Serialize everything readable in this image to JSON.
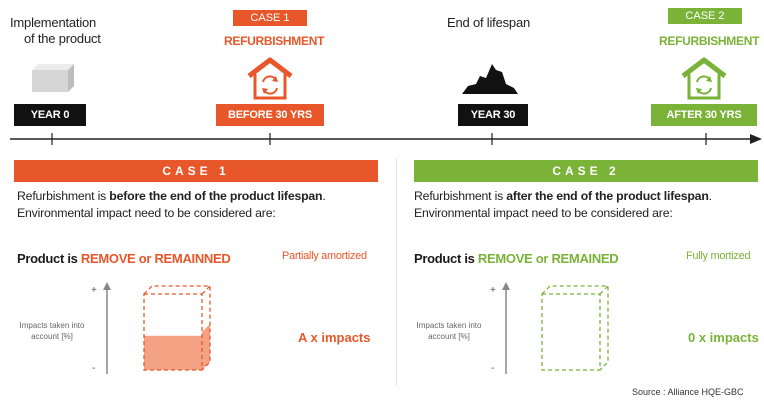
{
  "colors": {
    "orange": "#E8572A",
    "green": "#7AB338",
    "black": "#111111",
    "fill_orange": "#F4A284"
  },
  "timeline": {
    "implementation": [
      "Implementation",
      "of the product"
    ],
    "end_of_lifespan": "End of lifespan",
    "year0": "YEAR 0",
    "before": "BEFORE 30 YRS",
    "year30": "YEAR 30",
    "after": "AFTER 30 YRS"
  },
  "case1": {
    "tag": "CASE 1",
    "refurb": "REFURBISHMENT",
    "banner": "CASE 1",
    "desc_pre": "Refurbishment is ",
    "desc_bold": "before the end of the product lifespan",
    "desc_post": ".",
    "desc_line2": "Environmental impact need to be considered are:",
    "product_pre": "Product is ",
    "product_colored": "REMOVE or REMAINNED",
    "amort": "Partially amortized",
    "impacts": "A x impacts",
    "fill_level": 0.45
  },
  "case2": {
    "tag": "CASE 2",
    "refurb": "REFURBISHMENT",
    "banner": "CASE 2",
    "desc_pre": "Refurbishment is ",
    "desc_bold": "after the end of the product lifespan",
    "desc_post": ".",
    "desc_line2": "Environmental impact need to be considered are:",
    "product_pre": "Product is ",
    "product_colored": "REMOVE or REMAINED",
    "amort": "Fully mortized",
    "impacts": "0 x impacts",
    "fill_level": 0
  },
  "axis": {
    "label": [
      "Impacts taken into",
      "account [%]"
    ],
    "plus": "+",
    "minus": "-"
  },
  "source": "Source : Alliance HQE-GBC"
}
